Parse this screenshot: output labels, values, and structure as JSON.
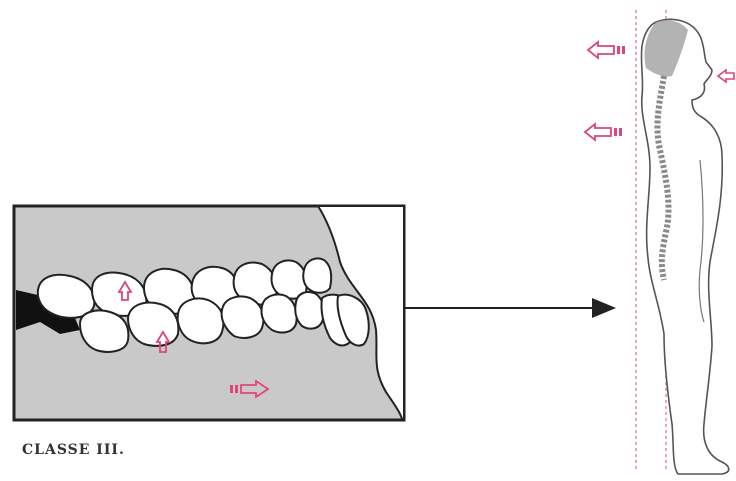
{
  "figure": {
    "caption": "CLASSE III.",
    "colors": {
      "panel_fill": "#c9c9c9",
      "outline": "#222222",
      "arrow_accent": "#e0457a",
      "plumb_line": "#e88aa8",
      "spine": "#8a8a8a"
    },
    "elements": {
      "dental_panel": "mouth-cross-section",
      "connector": "right-arrow",
      "body": "standing-human-profile-with-spine",
      "markers": [
        "up-arrow",
        "up-arrow",
        "right-arrow",
        "left-arrow",
        "left-arrow",
        "left-arrow"
      ]
    }
  }
}
